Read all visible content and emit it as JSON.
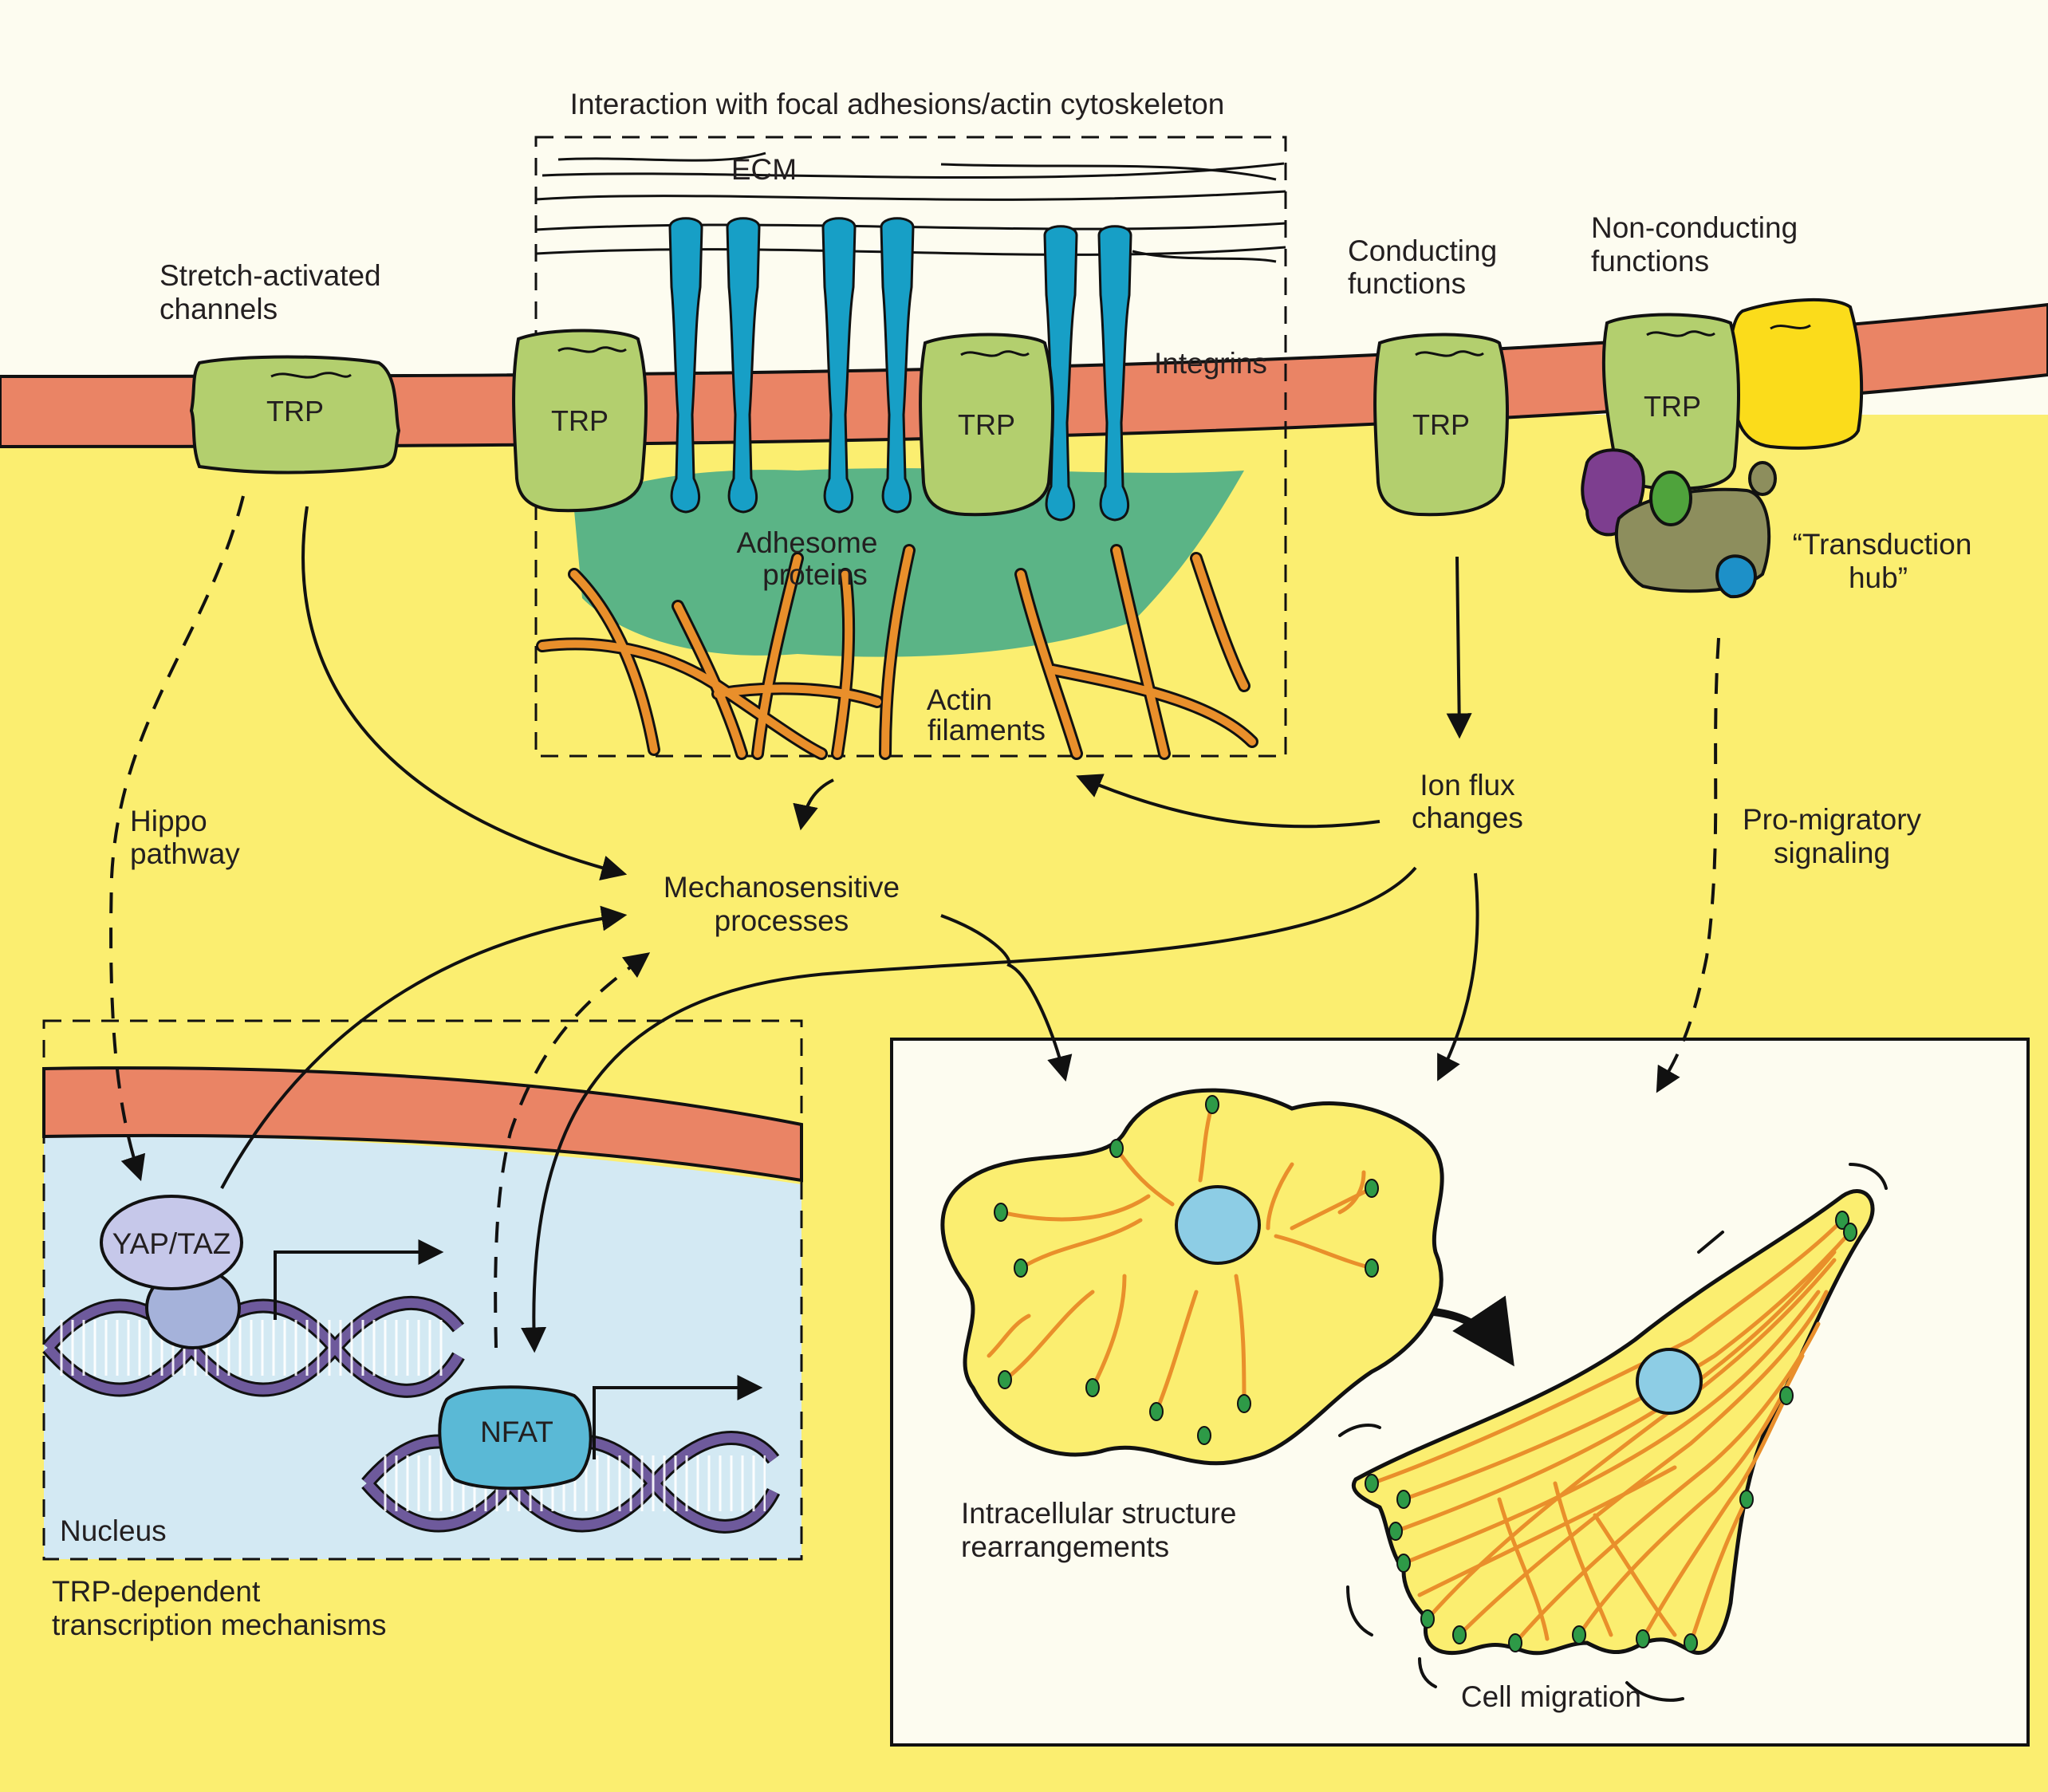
{
  "labels": {
    "top_title": "Interaction with focal adhesions/actin cytoskeleton",
    "ecm": "ECM",
    "stretch_line1": "Stretch-activated",
    "stretch_line2": "channels",
    "conducting_line1": "Conducting",
    "conducting_line2": "functions",
    "nonconducting_line1": "Non-conducting",
    "nonconducting_line2": "functions",
    "integrins": "Integrins",
    "trp": "TRP",
    "adhesome_line1": "Adhesome",
    "adhesome_line2": "proteins",
    "actin_line1": "Actin",
    "actin_line2": "filaments",
    "hub_line1": "“Transduction",
    "hub_line2": "hub”",
    "ionflux_line1": "Ion flux",
    "ionflux_line2": "changes",
    "hippo_line1": "Hippo",
    "hippo_line2": "pathway",
    "promig_line1": "Pro-migratory",
    "promig_line2": "signaling",
    "mechano_line1": "Mechanosensitive",
    "mechano_line2": "processes",
    "yaptaz": "YAP/TAZ",
    "nfat": "NFAT",
    "nucleus": "Nucleus",
    "trpdep_line1": "TRP-dependent",
    "trpdep_line2": "transcription mechanisms",
    "intra_line1": "Intracellular structure",
    "intra_line2": "rearrangements",
    "cellmig": "Cell migration"
  },
  "colors": {
    "background": "#fdfcf0",
    "cytoplasm": "#fbee70",
    "membrane": "#ea8465",
    "trp_channel": "#b3cf6e",
    "integrin": "#179fc6",
    "adhesome": "#5bb486",
    "actin": "#e98f2b",
    "nucleus": "#d3e9f3",
    "yellow_partner": "#fbdc1b",
    "purple_partner": "#7d3e8f",
    "olive_partner": "#8d8e5d",
    "green_partner": "#4fa33c",
    "blue_partner": "#1d90c8",
    "yap_taz": "#c6c8ea",
    "nfat": "#5ab9d6",
    "dna": "#6e5a9c",
    "cell_nucleus": "#8dcde5",
    "focal_dot": "#2e9a47"
  },
  "icons": [
    "trp-channel-icon",
    "integrin-icon",
    "dna-helix-icon",
    "cell-icon",
    "arrow-icon"
  ]
}
